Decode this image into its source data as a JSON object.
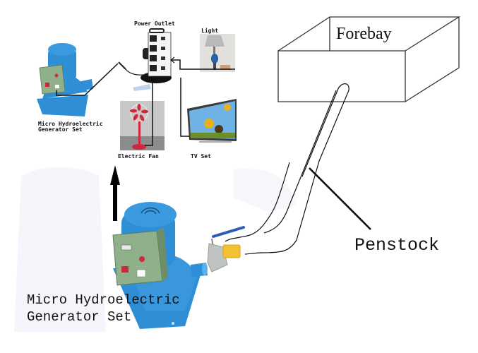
{
  "diagram": {
    "title": "Micro hydroelectric system layout",
    "labels": {
      "forebay": "Forebay",
      "penstock": "Penstock",
      "generator_main_line1": "Micro Hydroelectric",
      "generator_main_line2": "Generator Set",
      "generator_small_line1": "Micro Hydroelectric",
      "generator_small_line2": "Generator Set",
      "power_outlet": "Power Outlet",
      "light": "Light",
      "electric_fan": "Electric Fan",
      "tv_set": "TV Set"
    },
    "colors": {
      "generator_blue": "#2f8fd6",
      "control_box_green": "#8fb08a",
      "valve_handle_blue": "#2e5cb8",
      "coupling_yellow": "#f2c230",
      "elbow_gray": "#bfc3c2",
      "fan_red": "#d0283a",
      "line_black": "#111111"
    },
    "flow": [
      {
        "from": "Forebay",
        "to": "Penstock"
      },
      {
        "from": "Penstock",
        "to": "Micro Hydroelectric Generator Set"
      },
      {
        "from": "Micro Hydroelectric Generator Set",
        "to": "Power Outlet"
      },
      {
        "from": "Power Outlet",
        "to": "Light"
      },
      {
        "from": "Power Outlet",
        "to": "Electric Fan"
      },
      {
        "from": "Power Outlet",
        "to": "TV Set"
      }
    ]
  }
}
